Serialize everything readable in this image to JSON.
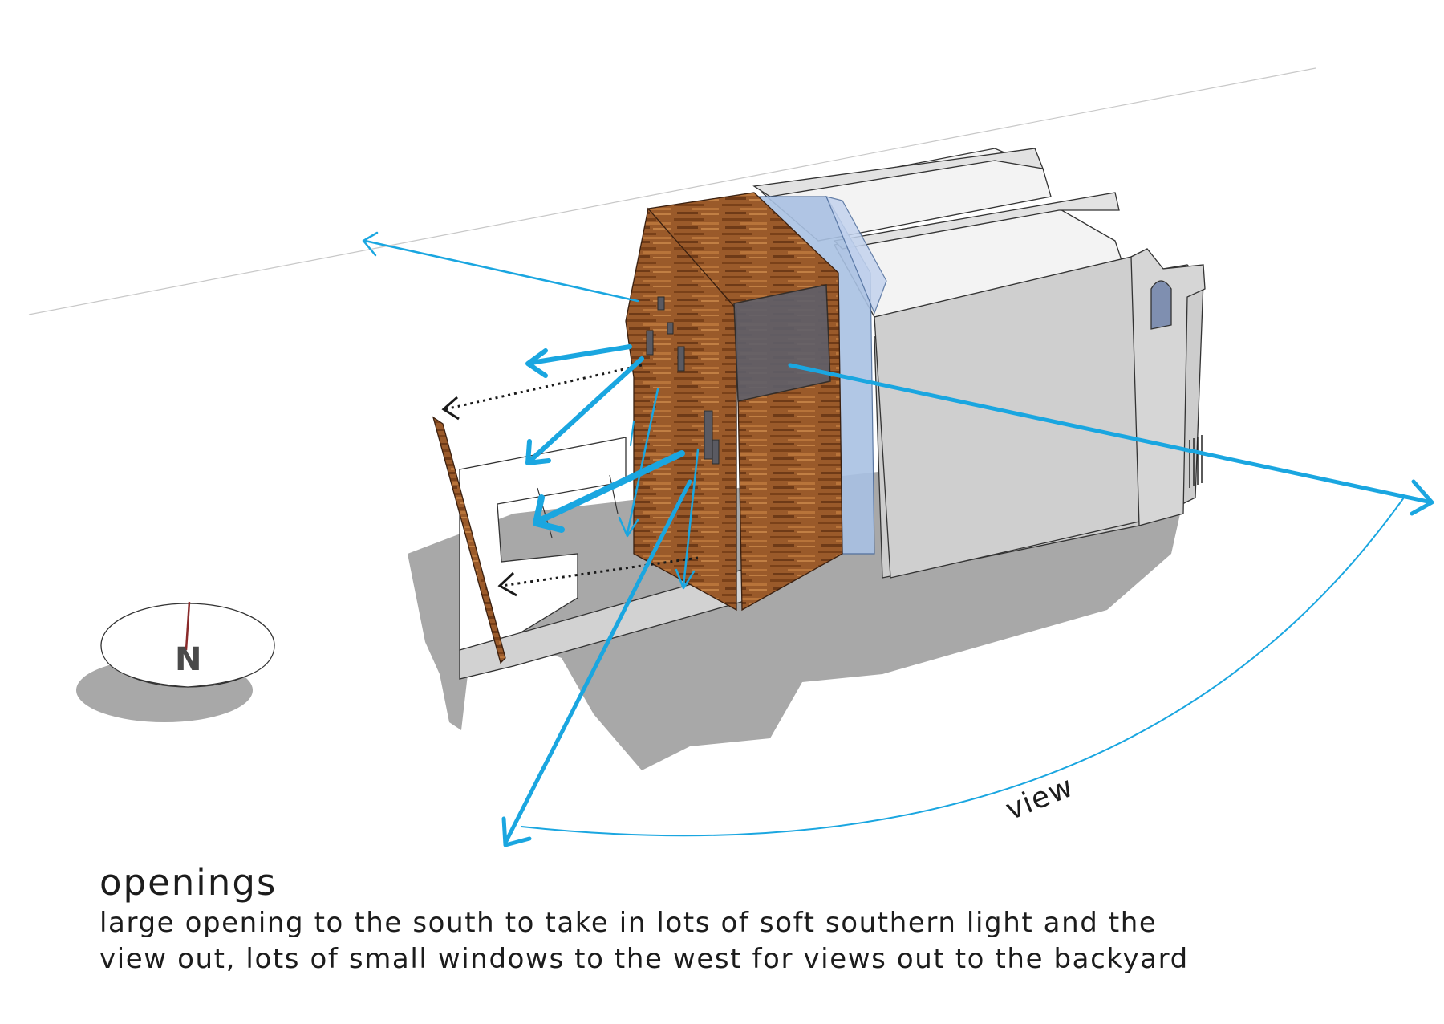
{
  "diagram": {
    "view_label": "view",
    "north_label": "N"
  },
  "caption": {
    "title": "openings",
    "line1": "large opening to the south to take in lots of soft southern light and the",
    "line2": "view out, lots of small windows to the west for views out to the backyard"
  },
  "colors": {
    "accent_blue": "#1aa6e0",
    "timber": "#9a5a2a",
    "shadow": "#a6a6a6",
    "glass": "#a9c1e3",
    "wall": "#cfcfcf"
  }
}
